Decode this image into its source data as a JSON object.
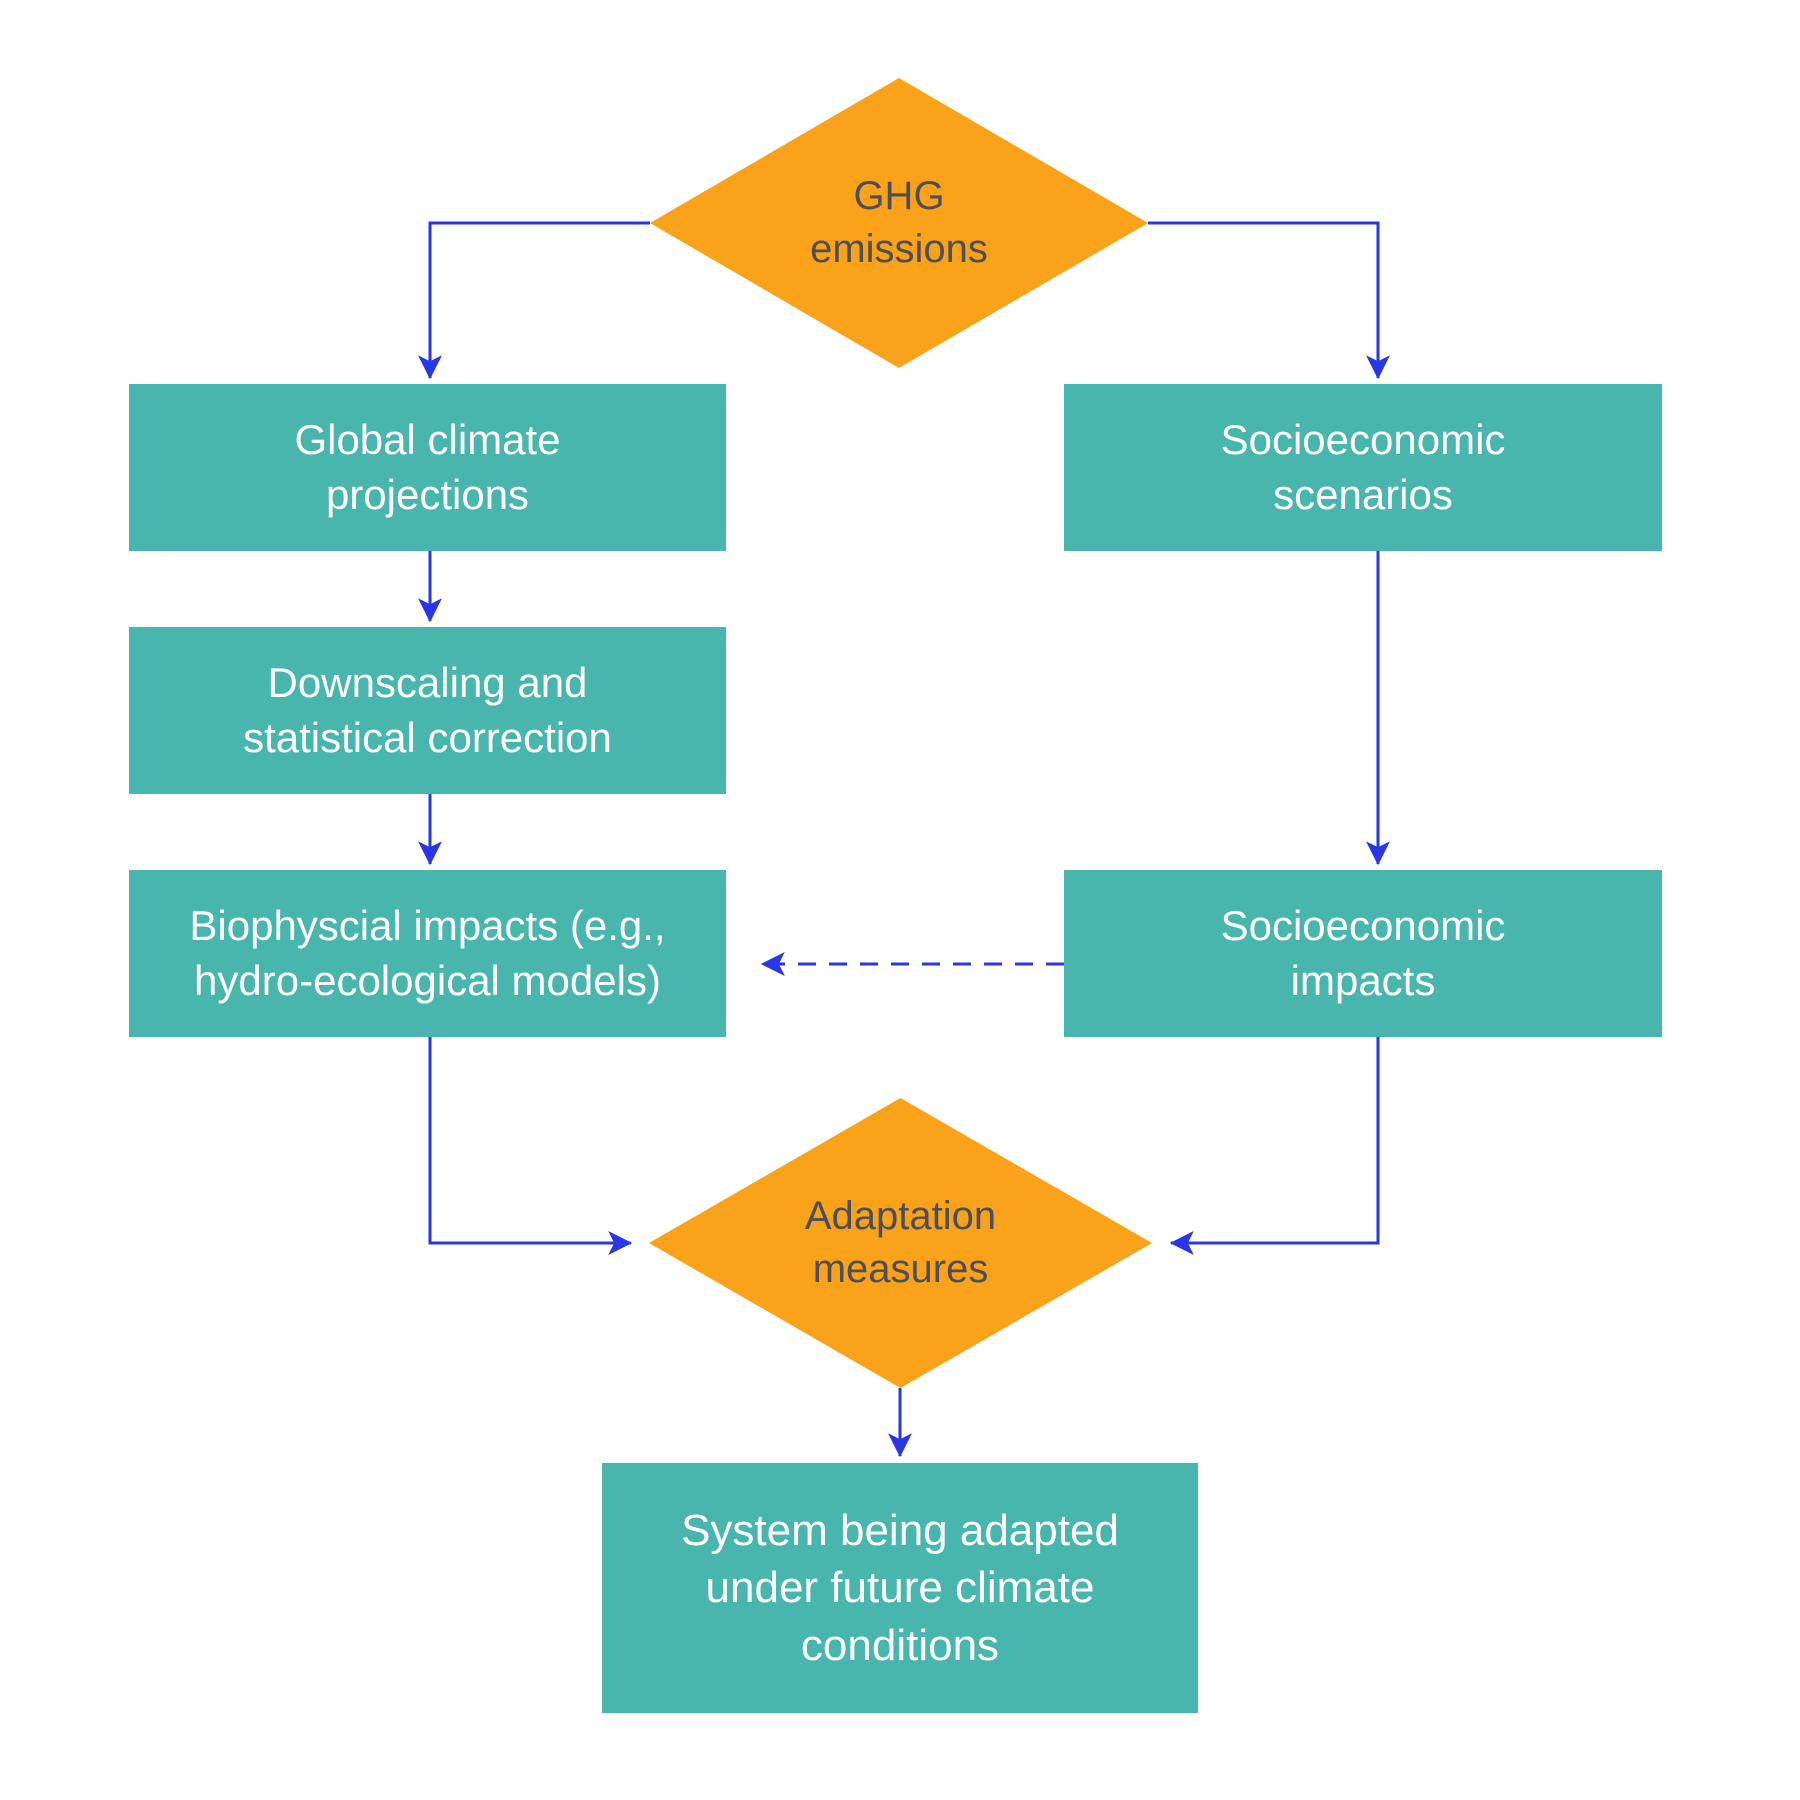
{
  "colors": {
    "node_teal": "#49B6AE",
    "node_orange": "#F9A21A",
    "connector_blue": "#2836E6",
    "diamond_text": "#4E4E57",
    "box_text": "#FFFFFF",
    "page_bg": "#FFFFFF"
  },
  "nodes": {
    "ghg": {
      "shape": "diamond",
      "label": "GHG\nemissions"
    },
    "global": {
      "shape": "rect",
      "label": "Global climate\nprojections"
    },
    "scenarios": {
      "shape": "rect",
      "label": "Socioeconomic\nscenarios"
    },
    "downscaling": {
      "shape": "rect",
      "label": "Downscaling and\nstatistical correction"
    },
    "biophysical": {
      "shape": "rect",
      "label": "Biophyscial impacts (e.g.,\nhydro-ecological models)"
    },
    "impacts": {
      "shape": "rect",
      "label": "Socioeconomic\nimpacts"
    },
    "adaptation": {
      "shape": "diamond",
      "label": "Adaptation\nmeasures"
    },
    "system": {
      "shape": "rect",
      "label": "System being adapted\nunder future climate\nconditions"
    }
  },
  "edges": [
    {
      "from": "ghg",
      "to": "global",
      "style": "solid"
    },
    {
      "from": "ghg",
      "to": "scenarios",
      "style": "solid"
    },
    {
      "from": "global",
      "to": "downscaling",
      "style": "solid"
    },
    {
      "from": "downscaling",
      "to": "biophysical",
      "style": "solid"
    },
    {
      "from": "scenarios",
      "to": "impacts",
      "style": "solid"
    },
    {
      "from": "impacts",
      "to": "biophysical",
      "style": "dashed"
    },
    {
      "from": "biophysical",
      "to": "adaptation",
      "style": "solid"
    },
    {
      "from": "impacts",
      "to": "adaptation",
      "style": "solid"
    },
    {
      "from": "adaptation",
      "to": "system",
      "style": "solid"
    }
  ]
}
